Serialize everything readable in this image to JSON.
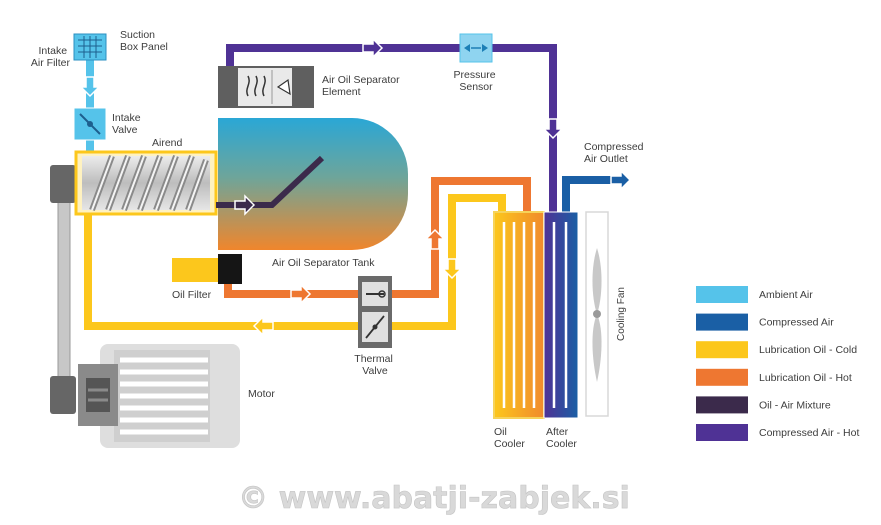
{
  "labels": {
    "intake_air_filter": [
      "Intake",
      "Air Filter"
    ],
    "suction_box_panel": [
      "Suction",
      "Box Panel"
    ],
    "intake_valve": [
      "Intake",
      "Valve"
    ],
    "airend": "Airend",
    "air_oil_separator_element": [
      "Air Oil Separator",
      "Element"
    ],
    "pressure_sensor": [
      "Pressure",
      "Sensor"
    ],
    "compressed_air_outlet": [
      "Compressed",
      "Air Outlet"
    ],
    "air_oil_separator_tank": "Air Oil Separator Tank",
    "oil_filter": "Oil Filter",
    "thermal_valve": [
      "Thermal",
      "Valve"
    ],
    "motor": "Motor",
    "cooling_fan": "Cooling Fan",
    "oil_cooler": [
      "Oil",
      "Cooler"
    ],
    "after_cooler": [
      "After",
      "Cooler"
    ]
  },
  "legend": [
    {
      "label": "Ambient Air",
      "color": "#55c3ea"
    },
    {
      "label": "Compressed Air",
      "color": "#1a5fa5"
    },
    {
      "label": "Lubrication Oil - Cold",
      "color": "#fcc71c"
    },
    {
      "label": "Lubrication Oil - Hot",
      "color": "#ee7731"
    },
    {
      "label": "Oil - Air Mixture",
      "color": "#3b2a4b"
    },
    {
      "label": "Compressed Air - Hot",
      "color": "#4f3295"
    }
  ],
  "watermark": "© www.abatji-zabjek.si"
}
